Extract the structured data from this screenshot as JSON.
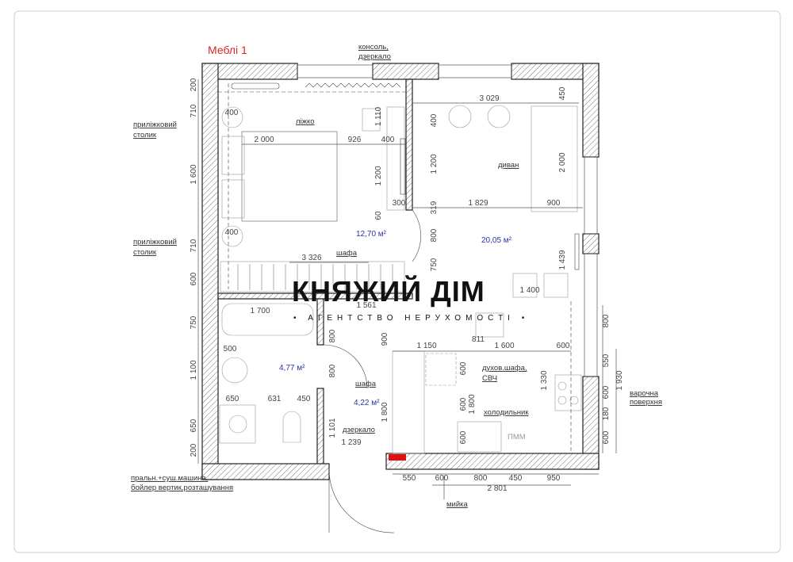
{
  "title": "Меблі 1",
  "logo": {
    "name": "КНЯЖИЙ ДІМ",
    "tagline": "• АГЕНТСТВО НЕРУХОМОСТІ •"
  },
  "areas": {
    "bedroom": "12,70 м²",
    "living": "20,05 м²",
    "bathroom": "4,77 м²",
    "hall": "4,22 м²"
  },
  "annotations": {
    "console_1": "консоль,",
    "console_2": "дзеркало",
    "nightstand_1a": "приліжковий",
    "nightstand_1b": "столик",
    "nightstand_2a": "приліжковий",
    "nightstand_2b": "столик",
    "bed": "ліжко",
    "sofa": "диван",
    "wardrobe_bedroom": "шафа",
    "wardrobe_hall": "шафа",
    "mirror": "дзеркало",
    "oven_1": "духов.шафа,",
    "oven_2": "СВЧ",
    "fridge": "холодильник",
    "dishwasher": "ПММ",
    "hob_1": "варочна",
    "hob_2": "поверхня",
    "sink": "мийка",
    "washer_1": "пральн.+суш.машина,",
    "washer_2": "бойлер вертик.розташування"
  },
  "dims_h": [
    "2 000",
    "926",
    "400",
    "3 029",
    "1 829",
    "300",
    "900",
    "3 326",
    "1 700",
    "1 561",
    "500",
    "650",
    "631",
    "450",
    "1 239",
    "1 150",
    "811",
    "1 600",
    "600",
    "1 400",
    "550",
    "600",
    "800",
    "450",
    "950",
    "2 801",
    "400",
    "400"
  ],
  "dims_v": [
    "200",
    "710",
    "1 600",
    "710",
    "600",
    "750",
    "1 100",
    "650",
    "200",
    "1 110",
    "1 200",
    "60",
    "400",
    "1 200",
    "319",
    "800",
    "750",
    "450",
    "2 000",
    "1 439",
    "800",
    "800",
    "1 101",
    "900",
    "1 800",
    "600",
    "600",
    "1 800",
    "600",
    "1 330",
    "800",
    "550",
    "600",
    "180",
    "600",
    "1 930"
  ]
}
